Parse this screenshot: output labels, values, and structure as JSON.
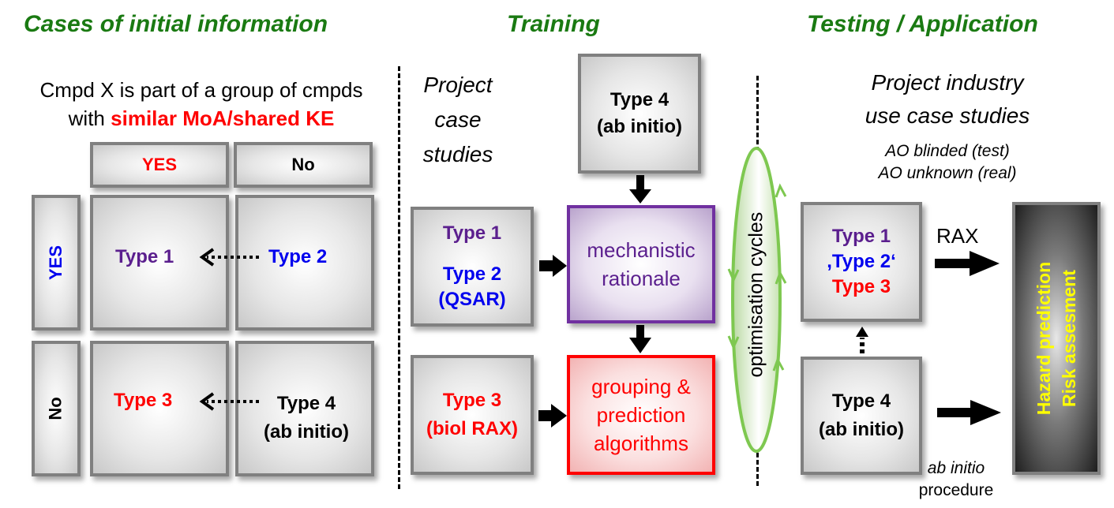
{
  "sections": {
    "cases": {
      "title": "Cases of initial information"
    },
    "training": {
      "title": "Training"
    },
    "testing": {
      "title": "Testing / Application"
    }
  },
  "cases": {
    "question_line1": "Cmpd X is part of a group of cmpds",
    "question_prefix": "with",
    "question_highlight": "similar MoA/shared KE",
    "col_headers": [
      "YES",
      "No"
    ],
    "row_headers": [
      "YES",
      "No"
    ],
    "cells": {
      "type1": "Type 1",
      "type2": "Type 2",
      "type3": "Type 3",
      "type4_line1": "Type 4",
      "type4_line2": "(ab initio)"
    }
  },
  "training": {
    "subtitle_lines": [
      "Project",
      "case",
      "studies"
    ],
    "type4_box": {
      "line1": "Type 4",
      "line2": "(ab initio)"
    },
    "type12_box": {
      "line1": "Type 1",
      "line2": "Type 2",
      "line3": "(QSAR)"
    },
    "type3_box": {
      "line1": "Type 3",
      "line2": "(biol RAX)"
    },
    "mechanistic_box": {
      "line1": "mechanistic",
      "line2": "rationale"
    },
    "grouping_box": {
      "line1": "grouping &",
      "line2": "prediction",
      "line3": "algorithms"
    },
    "cycle_label": "optimisation cycles"
  },
  "testing": {
    "subtitle_lines": [
      "Project industry",
      "use case studies"
    ],
    "notes": [
      "AO blinded (test)",
      "AO unknown (real)"
    ],
    "types_box": {
      "line1": "Type 1",
      "line2": ",Type 2‘",
      "line3": "Type 3"
    },
    "type4_box": {
      "line1": "Type 4",
      "line2": "(ab initio)"
    },
    "rax_label": "RAX",
    "procedure_line1": "ab initio",
    "procedure_line2": "procedure",
    "outcome_box": {
      "line1": "Hazard prediction",
      "line2": "Risk assesment"
    }
  },
  "colors": {
    "section_title": "#1a7a12",
    "type1": "#5b1f8e",
    "type2": "#0000ee",
    "type3": "#ff0000",
    "type4": "#000000",
    "cycle": "#7ec850",
    "outcome_text": "#ffff00"
  }
}
